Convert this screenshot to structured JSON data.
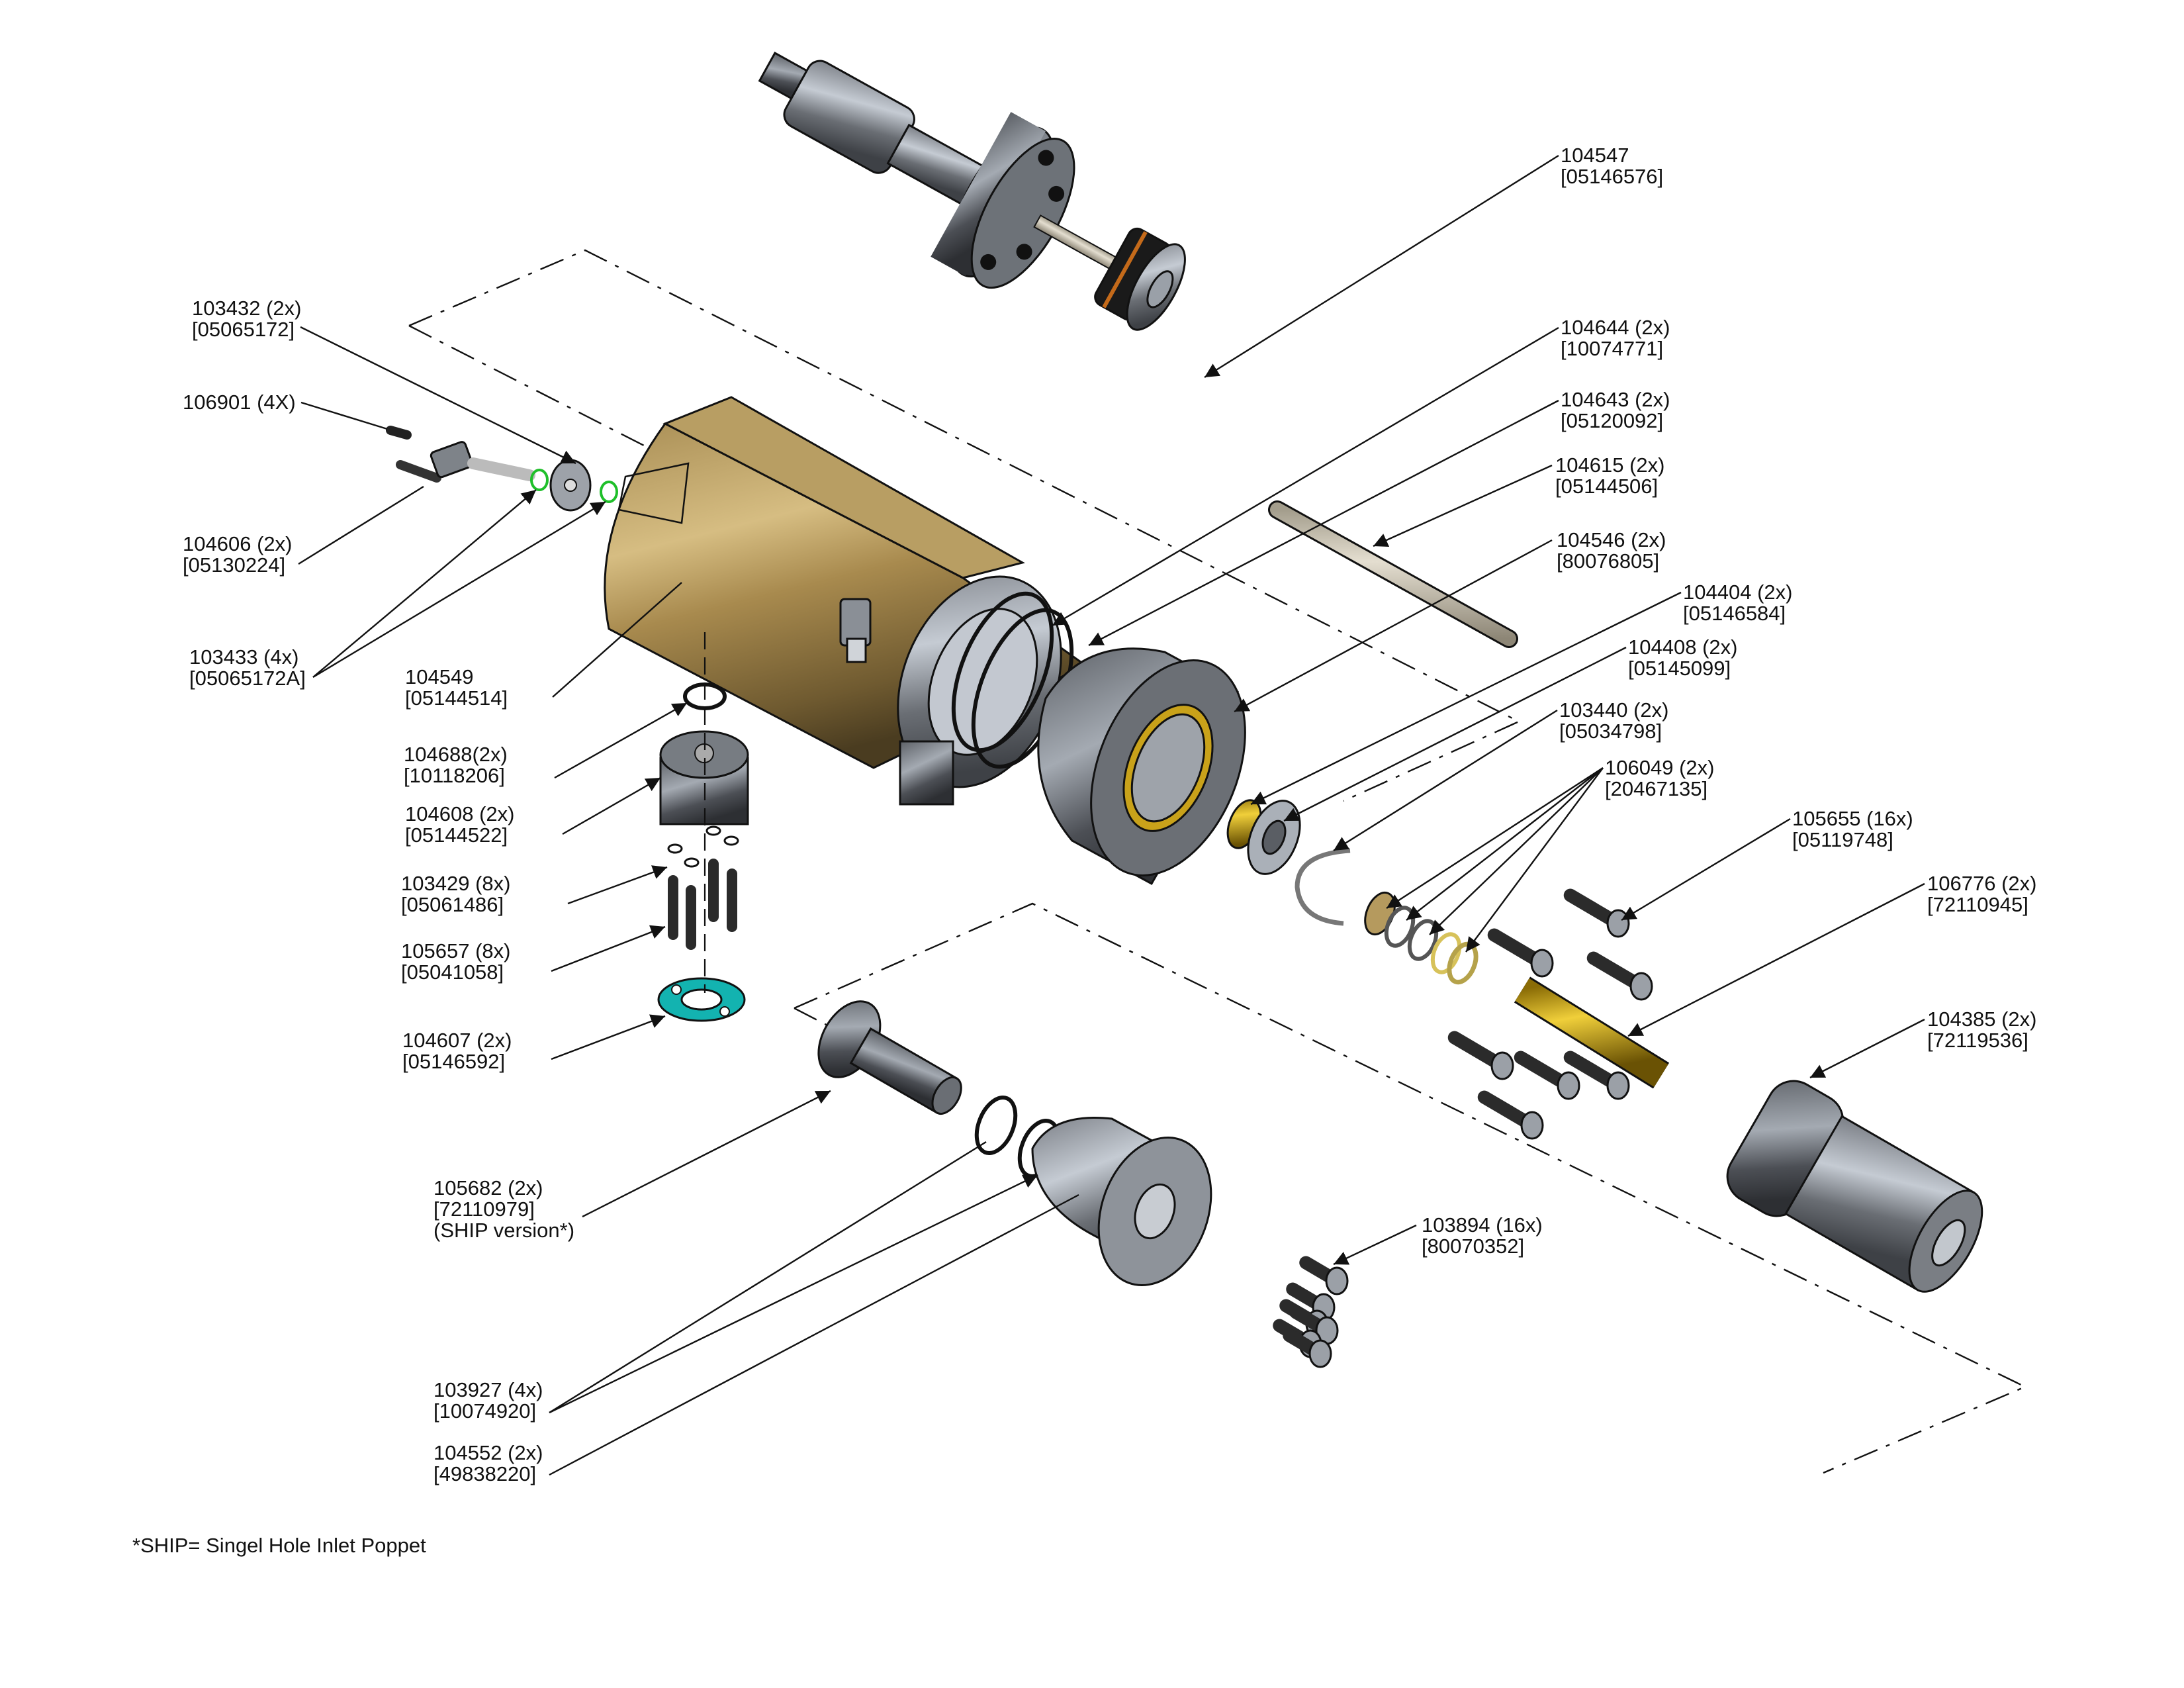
{
  "title": "Exploded assembly diagram — high-pressure intensifier",
  "colors": {
    "brass": "#b59a5e",
    "steel": "#8f939a",
    "dark_steel": "#55595f",
    "gold": "#c9a21a",
    "teal_gasket": "#13b3b0",
    "green_oring": "#1fbf2a",
    "black_seal": "#1a1a1a",
    "copper_seal": "#c46a1a",
    "ceramic_rod": "#cfc8b6"
  },
  "callouts": [
    {
      "id": "104547",
      "part": "104547",
      "qty": "",
      "code": "[05146576]",
      "side": "right"
    },
    {
      "id": "104644",
      "part": "104644",
      "qty": "(2x)",
      "code": "[10074771]",
      "side": "right"
    },
    {
      "id": "104643",
      "part": "104643",
      "qty": "(2x)",
      "code": "[05120092]",
      "side": "right"
    },
    {
      "id": "104615",
      "part": "104615",
      "qty": "(2x)",
      "code": "[05144506]",
      "side": "right"
    },
    {
      "id": "104546",
      "part": "104546",
      "qty": "(2x)",
      "code": "[80076805]",
      "side": "right"
    },
    {
      "id": "104404",
      "part": "104404",
      "qty": "(2x)",
      "code": "[05146584]",
      "side": "right"
    },
    {
      "id": "104408",
      "part": "104408",
      "qty": "(2x)",
      "code": "[05145099]",
      "side": "right"
    },
    {
      "id": "103440",
      "part": "103440",
      "qty": "(2x)",
      "code": "[05034798]",
      "side": "right"
    },
    {
      "id": "106049",
      "part": "106049",
      "qty": "(2x)",
      "code": "[20467135]",
      "side": "right"
    },
    {
      "id": "105655",
      "part": "105655",
      "qty": "(16x)",
      "code": "[05119748]",
      "side": "right"
    },
    {
      "id": "106776",
      "part": "106776",
      "qty": "(2x)",
      "code": "[72110945]",
      "side": "right"
    },
    {
      "id": "104385",
      "part": "104385",
      "qty": "(2x)",
      "code": "[72119536]",
      "side": "right"
    },
    {
      "id": "103894",
      "part": "103894",
      "qty": "(16x)",
      "code": "[80070352]",
      "side": "right"
    },
    {
      "id": "103432",
      "part": "103432",
      "qty": "(2x)",
      "code": "[05065172]",
      "side": "left"
    },
    {
      "id": "106901",
      "part": "106901",
      "qty": "(4X)",
      "code": "",
      "side": "left"
    },
    {
      "id": "104606",
      "part": "104606",
      "qty": "(2x)",
      "code": "[05130224]",
      "side": "left"
    },
    {
      "id": "103433",
      "part": "103433",
      "qty": "(4x)",
      "code": "[05065172A]",
      "side": "left"
    },
    {
      "id": "104549",
      "part": "104549",
      "qty": "",
      "code": "[05144514]",
      "side": "left"
    },
    {
      "id": "104688",
      "part": "104688",
      "qty": "(2x)",
      "code": "[10118206]",
      "side": "left"
    },
    {
      "id": "104608",
      "part": "104608",
      "qty": "(2x)",
      "code": "[05144522]",
      "side": "left"
    },
    {
      "id": "103429",
      "part": "103429",
      "qty": "(8x)",
      "code": "[05061486]",
      "side": "left"
    },
    {
      "id": "105657",
      "part": "105657",
      "qty": "(8x)",
      "code": "[05041058]",
      "side": "left"
    },
    {
      "id": "104607",
      "part": "104607",
      "qty": "(2x)",
      "code": "[05146592]",
      "side": "left"
    },
    {
      "id": "105682",
      "part": "105682",
      "qty": "(2x)",
      "code": "[72110979]",
      "extra": "(SHIP version*)",
      "side": "left"
    },
    {
      "id": "103927",
      "part": "103927",
      "qty": "(4x)",
      "code": "[10074920]",
      "side": "left"
    },
    {
      "id": "104552",
      "part": "104552",
      "qty": "(2x)",
      "code": "[49838220]",
      "side": "left"
    }
  ],
  "footnote": "*SHIP= Singel Hole Inlet Poppet"
}
